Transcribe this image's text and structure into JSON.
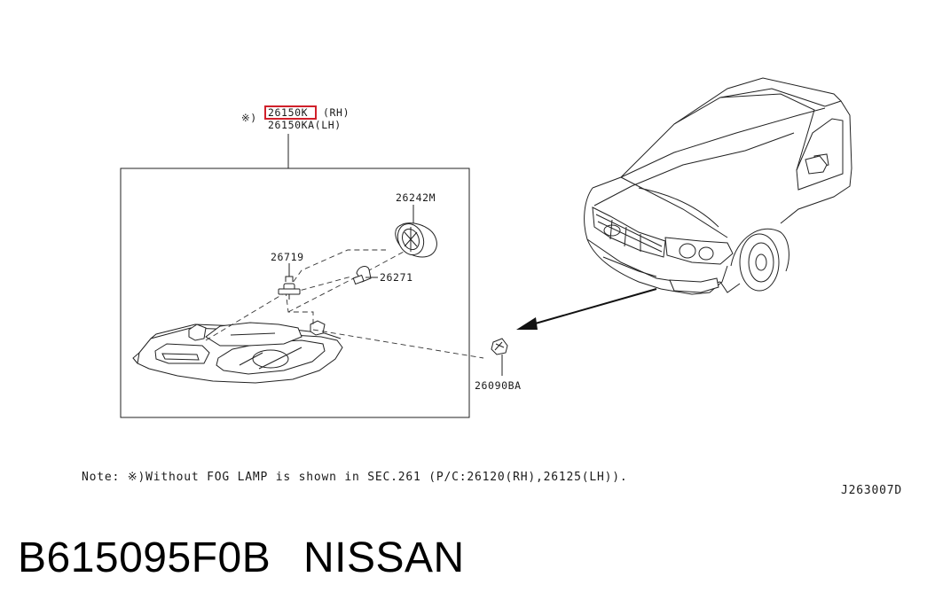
{
  "callouts": {
    "lamp_symbol": "※)",
    "lamp_rh_number": "26150K",
    "lamp_rh_side": "(RH)",
    "lamp_lh": "26150KA(LH)",
    "retainer": "26242M",
    "bulb_socket": "26719",
    "bulb": "26271",
    "grommet": "26090BA"
  },
  "highlight_color": "#d0202a",
  "note": "Note: ※)Without FOG LAMP is shown in SEC.261 (P/C:26120(RH),26125(LH)).",
  "diagram_code": "J263007D",
  "footer": {
    "part_number": "B615095F0B",
    "brand": "NISSAN"
  }
}
